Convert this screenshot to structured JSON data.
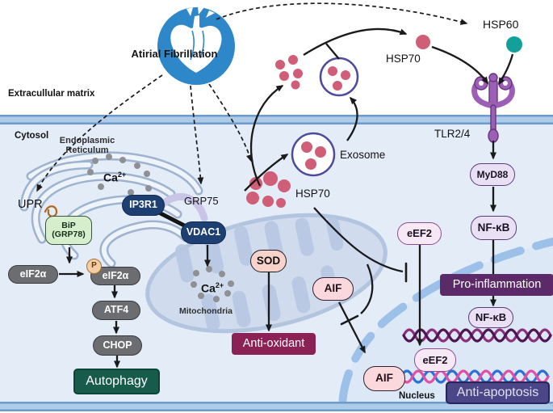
{
  "heart": {
    "label": "Atirial Fibrillation"
  },
  "regions": {
    "extracellular_matrix": "Extracullular matrix",
    "cytosol": "Cytosol",
    "endoplasmic_reticulum": "Endoplasmic Reticulum",
    "mitochondria": "Mitochondria",
    "nucleus": "Nucleus"
  },
  "molecules": {
    "hsp60": "HSP60",
    "hsp70_extracellular": "HSP70",
    "hsp70_cytosol": "HSP70",
    "exosome": "Exosome",
    "tlr24": "TLR2/4",
    "upr": "UPR",
    "grp75": "GRP75",
    "calcium_base": "Ca",
    "calcium_sup": "2+",
    "phospho": "P"
  },
  "nodes": {
    "bip_line1": "BiP",
    "bip_line2": "(GRP78)",
    "eif2a_left": "eIF2α",
    "eif2a_right": "eIF2α",
    "atf4": "ATF4",
    "chop": "CHOP",
    "autophagy": "Autophagy",
    "ip3r1": "IP3R1",
    "vdac1": "VDAC1",
    "sod": "SOD",
    "anti_oxidant": "Anti-oxidant",
    "aif_cytosol": "AIF",
    "aif_nucleus": "AIF",
    "myd88": "MyD88",
    "nfkb_cytosol": "NF-κB",
    "nfkb_nucleus": "NF-κB",
    "pro_inflammation": "Pro-inflammation",
    "eef2_cytosol": "eEF2",
    "eef2_nucleus": "eEF2",
    "anti_apoptosis": "Anti-apoptosis"
  },
  "colors": {
    "heart_blue": "#2e87c8",
    "pink": "#cf5e76",
    "teal": "#12a19a",
    "exo_purple": "#4e4a9c",
    "tlr_purple": "#9c5fb5",
    "navy": "#1d3f72",
    "gray_box": "#6c6d70",
    "green_fill": "#d7eecd",
    "dark_green": "#175b4a",
    "magenta": "#8c2156",
    "dark_purple": "#5c2a68",
    "indigo": "#4a4687",
    "lavender": "#eae0f5",
    "pink_fill": "#fad8db",
    "eef2_fill": "#f7e8f5",
    "peach": "#f5cda2",
    "membrane": "#aecbe8",
    "membrane_edge": "#6e9bcd",
    "cytosol_bg": "#e4ecf8",
    "nucleus_bg": "#dde8f7",
    "er_stroke": "#9db3d0",
    "mito_fill": "#cdd9ec",
    "mito_stroke": "#b2c4de",
    "dot_gray": "#8f9094",
    "sod_fill": "#f8d3cb",
    "dna_purple1": "#8b2f7a",
    "dna_purple2": "#4e1652",
    "dna_blue": "#2e6fd5",
    "dna_pink": "#e14fa5"
  }
}
